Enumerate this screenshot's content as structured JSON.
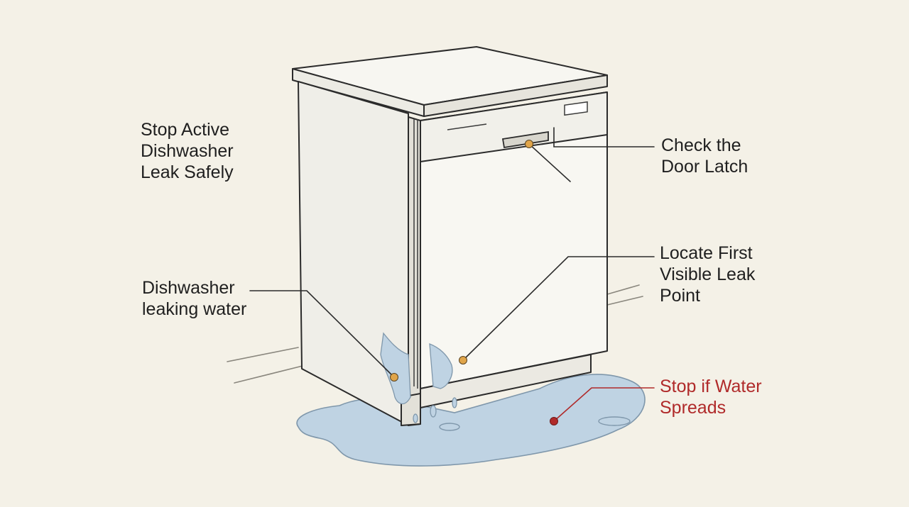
{
  "diagram": {
    "title": "Stop Active\nDishwasher\nLeak Safely",
    "labels": {
      "leaking": "Dishwasher\nleaking water",
      "latch": "Check the\nDoor Latch",
      "locate": "Locate First\nVisible Leak\nPoint",
      "stop_spread": "Stop if Water\nSpreads"
    }
  },
  "colors": {
    "background": "#f4f1e7",
    "line": "#2b2b2b",
    "marker": "#e0a54a",
    "warning": "#b02a2a",
    "water": "#bfd3e3"
  }
}
